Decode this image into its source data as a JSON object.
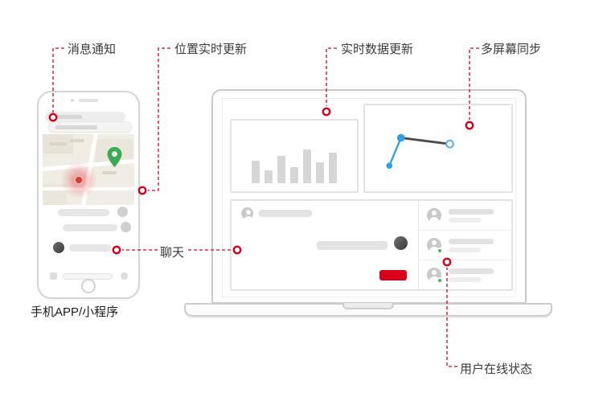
{
  "callouts": {
    "notifications": "消息通知",
    "location_update": "位置实时更新",
    "realtime_data": "实时数据更新",
    "multi_screen_sync": "多屏幕同步",
    "chat": "聊天",
    "user_online_status": "用户在线状态"
  },
  "illustration": {
    "phone_caption": "手机APP/小程序"
  },
  "colors": {
    "callout_red": "#d9001b",
    "online_green": "#3db954",
    "pin_green": "#3cab54",
    "point_blue": "#2e9fe6",
    "segment_dark": "#4a4a4a",
    "bar_gray": "#d6d6d6"
  },
  "chart_data": [
    {
      "type": "bar",
      "title": "",
      "values": [
        28,
        16,
        34,
        20,
        42,
        26,
        38
      ]
    },
    {
      "type": "line",
      "title": "",
      "points": [
        [
          30,
          78
        ],
        [
          45,
          42
        ],
        [
          108,
          50
        ]
      ],
      "point_styles": [
        {
          "r": 4,
          "fill": "#2e9fe6"
        },
        {
          "r": 5,
          "fill": "#2e9fe6"
        },
        {
          "r": 4.5,
          "fill": "#ffffff",
          "stroke": "#5ab2e8"
        }
      ],
      "segments": [
        {
          "from": 0,
          "to": 1,
          "color": "#2e9fe6",
          "width": 2.4
        },
        {
          "from": 1,
          "to": 2,
          "color": "#4a4a4a",
          "width": 3
        }
      ]
    }
  ],
  "user_list": {
    "rows": [
      {
        "online": false
      },
      {
        "online": true
      },
      {
        "online": true
      }
    ]
  }
}
